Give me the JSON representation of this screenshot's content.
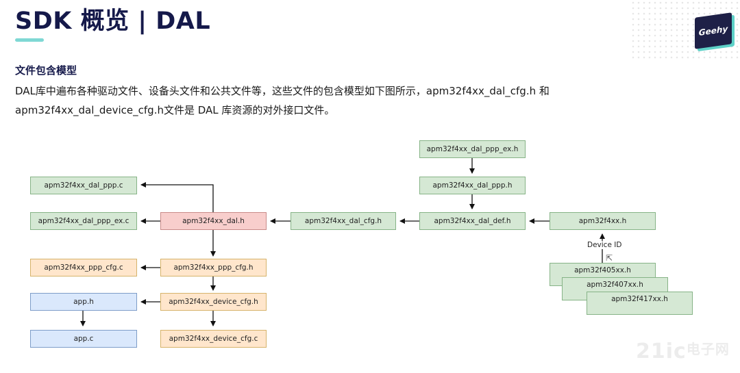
{
  "header": {
    "title": "SDK 概览 | DAL"
  },
  "logo": {
    "text": "Geehy"
  },
  "section": {
    "heading": "文件包含模型",
    "line1": "DAL库中遍布各种驱动文件、设备头文件和公共文件等，这些文件的包含模型如下图所示，apm32f4xx_dal_cfg.h 和",
    "line2": "apm32f4xx_dal_device_cfg.h文件是 DAL 库资源的对外接口文件。"
  },
  "diagram": {
    "dal_ppp_c": "apm32f4xx_dal_ppp.c",
    "dal_ppp_ex_c": "apm32f4xx_dal_ppp_ex.c",
    "ppp_cfg_c": "apm32f4xx_ppp_cfg.c",
    "app_h": "app.h",
    "app_c": "app.c",
    "dal_h": "apm32f4xx_dal.h",
    "ppp_cfg_h": "apm32f4xx_ppp_cfg.h",
    "device_cfg_h": "apm32f4xx_device_cfg.h",
    "device_cfg_c": "apm32f4xx_device_cfg.c",
    "dal_cfg_h": "apm32f4xx_dal_cfg.h",
    "dal_ppp_ex_h": "apm32f4xx_dal_ppp_ex.h",
    "dal_ppp_h": "apm32f4xx_dal_ppp.h",
    "dal_def_h": "apm32f4xx_dal_def.h",
    "apm32f4xx_h": "apm32f4xx.h",
    "device_id_label": "Device ID",
    "f405_h": "apm32f405xx.h",
    "f407_h": "apm32f407xx.h",
    "f417_h": "apm32f417xx.h"
  },
  "watermark": {
    "number": "21ic",
    "text": "电子网"
  }
}
